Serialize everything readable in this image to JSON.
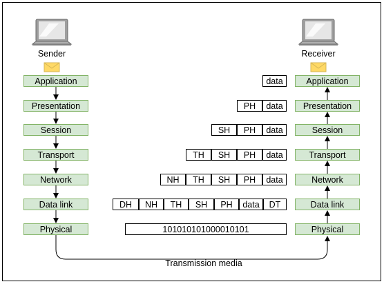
{
  "sender": {
    "label": "Sender"
  },
  "receiver": {
    "label": "Receiver"
  },
  "layers": [
    "Application",
    "Presentation",
    "Session",
    "Transport",
    "Network",
    "Data link",
    "Physical"
  ],
  "encapsulation": [
    [
      "data"
    ],
    [
      "PH",
      "data"
    ],
    [
      "SH",
      "PH",
      "data"
    ],
    [
      "TH",
      "SH",
      "PH",
      "data"
    ],
    [
      "NH",
      "TH",
      "SH",
      "PH",
      "data"
    ],
    [
      "DH",
      "NH",
      "TH",
      "SH",
      "PH",
      "data",
      "DT"
    ]
  ],
  "bits": "101010101000010101",
  "media": {
    "label": "Transmission media"
  },
  "colors": {
    "layer_fill": "#d5e8d4",
    "layer_border": "#82b366",
    "envelope": "#ffd966",
    "envelope_border": "#d6b656",
    "laptop_body": "#9e9e9e",
    "laptop_screen": "#e6e6e6"
  }
}
